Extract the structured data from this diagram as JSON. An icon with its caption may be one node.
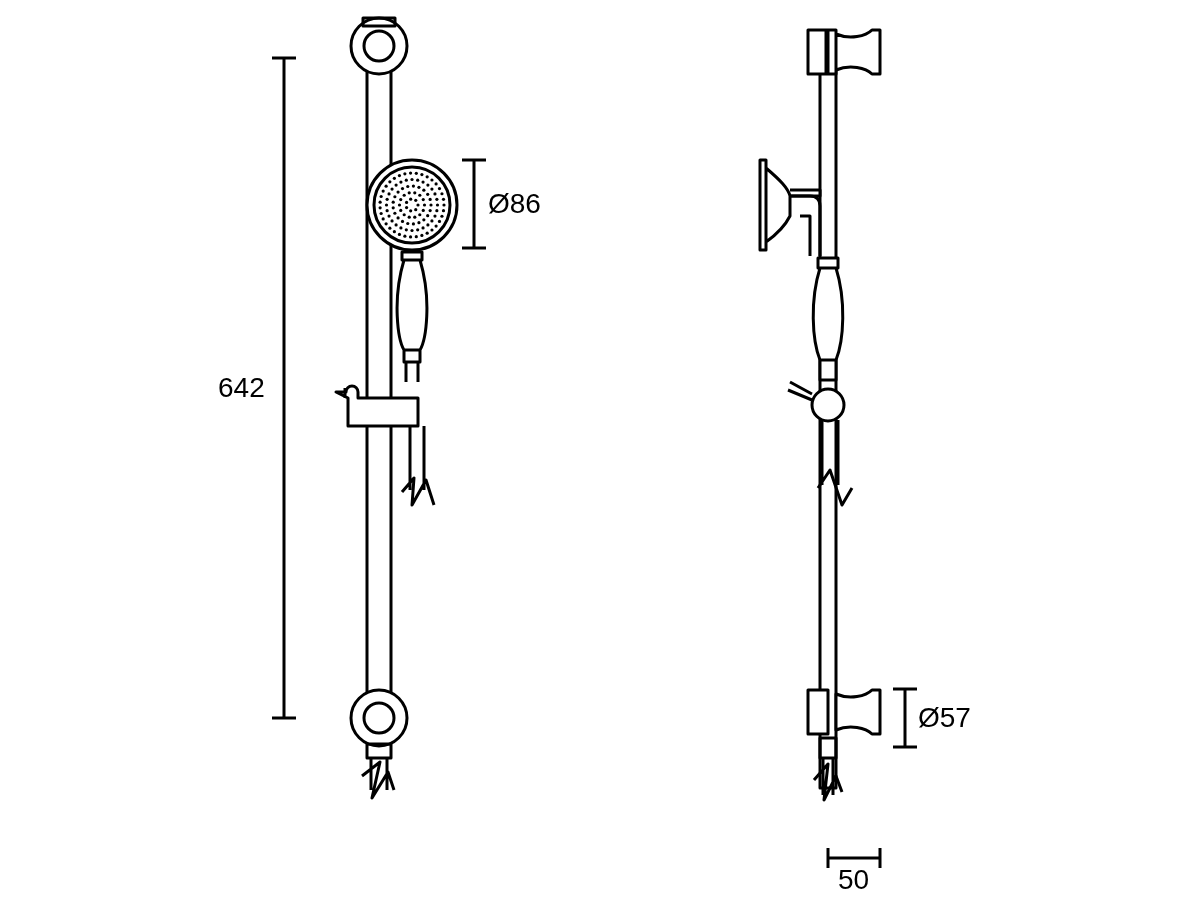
{
  "diagram": {
    "labels": [
      "Ø86",
      "642",
      "Ø57",
      "50"
    ]
  }
}
